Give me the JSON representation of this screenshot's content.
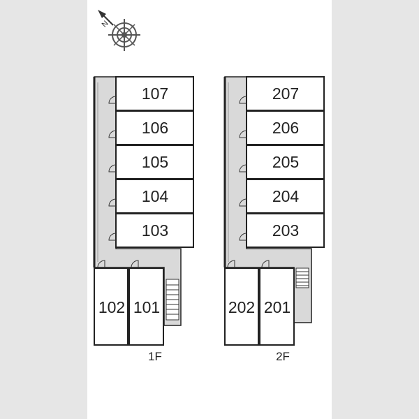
{
  "compass": {
    "north_label": "N",
    "icon": "compass-rose-icon"
  },
  "floors": [
    {
      "label": "1F",
      "units": [
        "107",
        "106",
        "105",
        "104",
        "103",
        "102",
        "101"
      ]
    },
    {
      "label": "2F",
      "units": [
        "207",
        "206",
        "205",
        "204",
        "203",
        "202",
        "201"
      ]
    }
  ],
  "colors": {
    "corridor": "#d9d9d9",
    "wall": "#222222",
    "unit_fill": "#ffffff",
    "background": "#e6e6e6"
  }
}
